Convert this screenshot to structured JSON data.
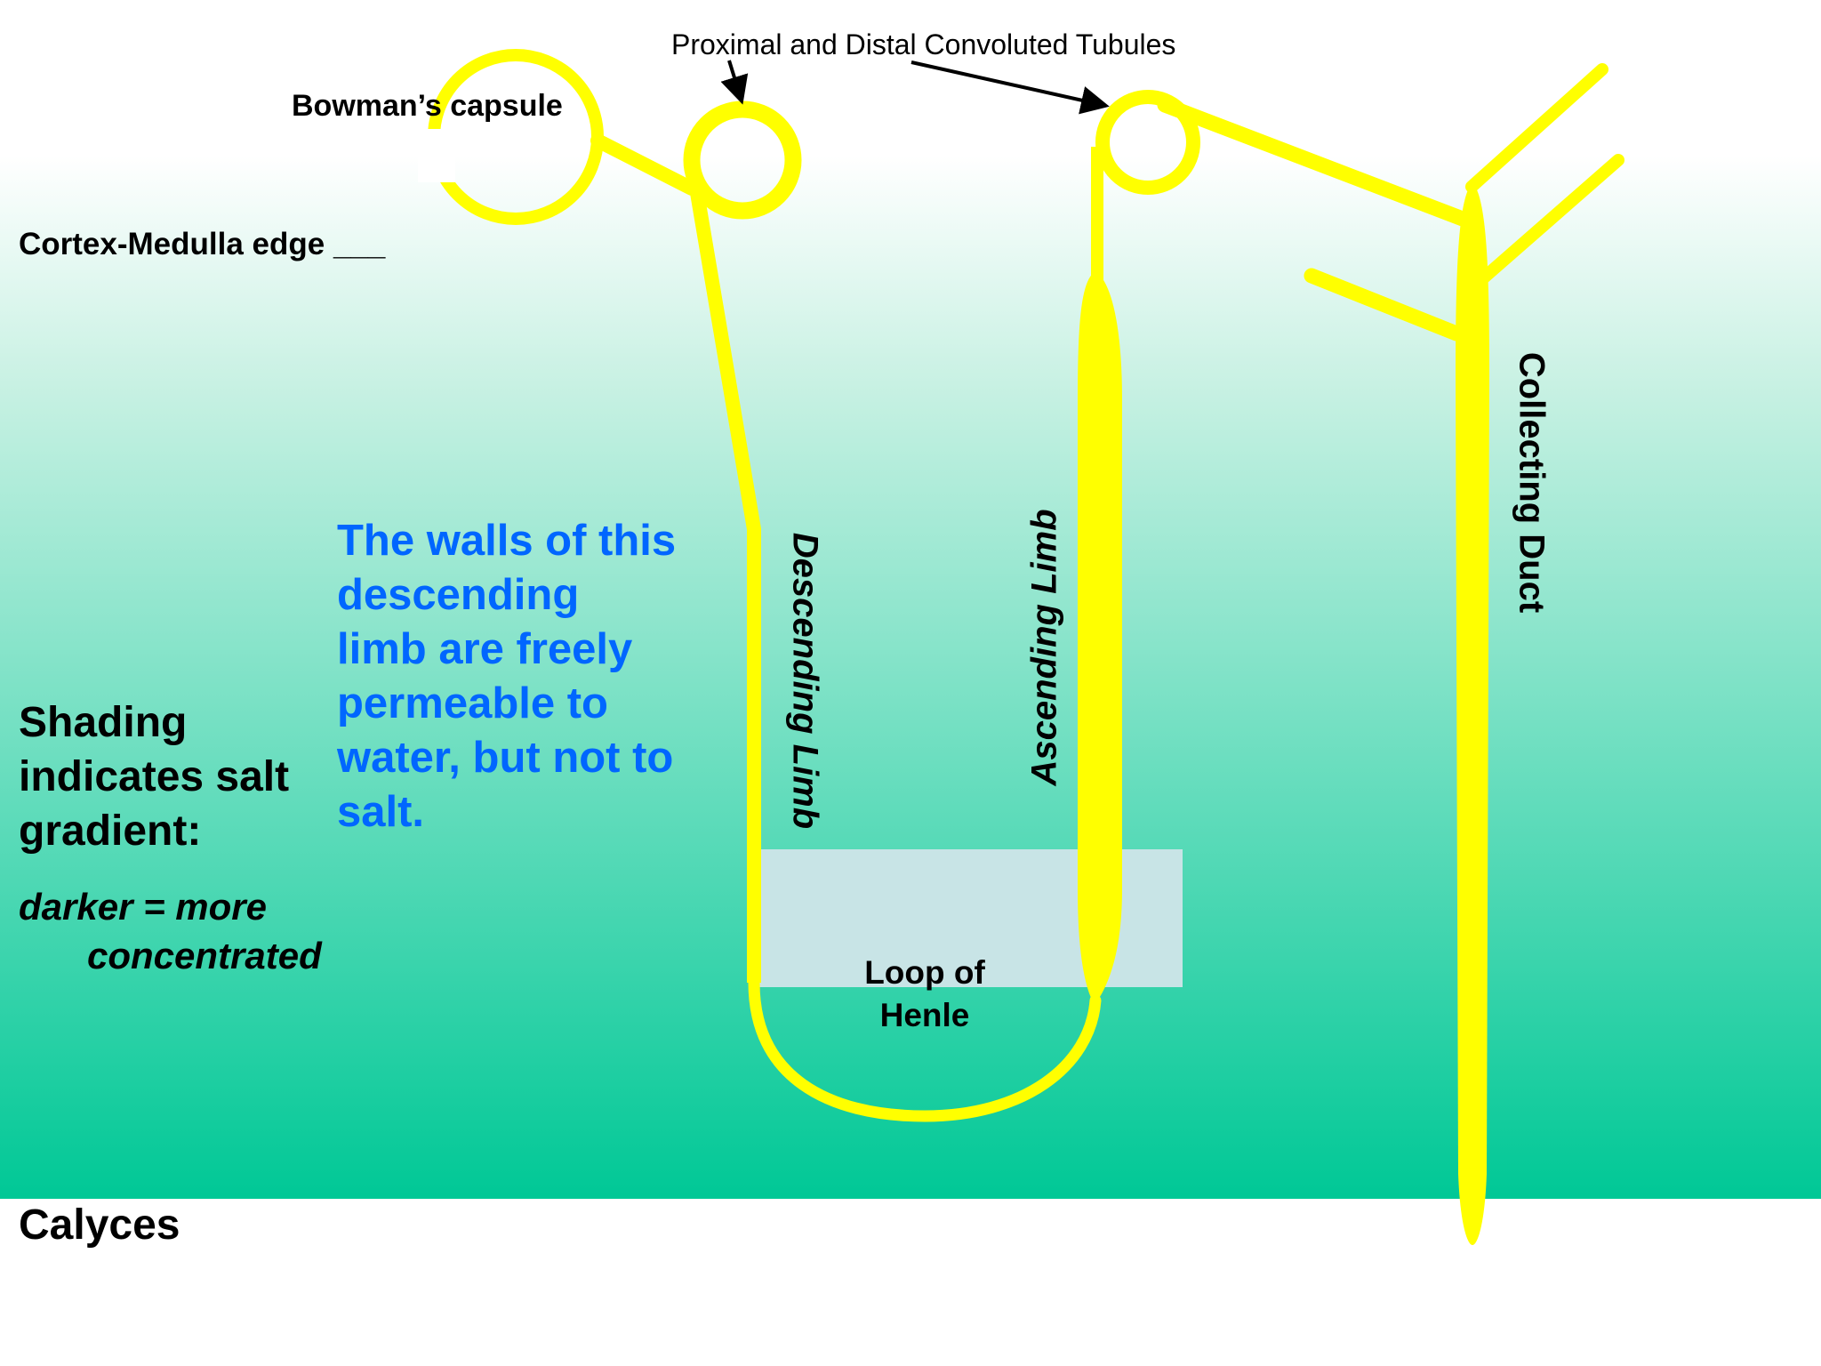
{
  "labels": {
    "tubules": "Proximal and Distal Convoluted Tubules",
    "bowmans_capsule": "Bowman’s capsule",
    "cortex_medulla_edge": "Cortex-Medulla edge ___",
    "descending_limb": "Descending Limb",
    "ascending_limb": "Ascending Limb",
    "collecting_duct": "Collecting Duct",
    "loop_of_henle_line1": "Loop of",
    "loop_of_henle_line2": "Henle",
    "calyces": "Calyces"
  },
  "note": {
    "lines": [
      "The walls of this",
      "descending",
      "limb are freely",
      "permeable to",
      "water, but not to",
      "salt."
    ]
  },
  "legend": {
    "title_lines": [
      "Shading",
      "indicates salt",
      "gradient:"
    ],
    "detail_line1": "darker = more",
    "detail_line2": "concentrated"
  },
  "colors": {
    "tubule": "#ffff00",
    "gradient_top": "#ffffff",
    "gradient_bottom": "#00c896",
    "highlight_box": "#c8e4e6",
    "note_text": "#0066ff",
    "label_text": "#000000"
  },
  "icons": [
    "arrow-icon"
  ]
}
